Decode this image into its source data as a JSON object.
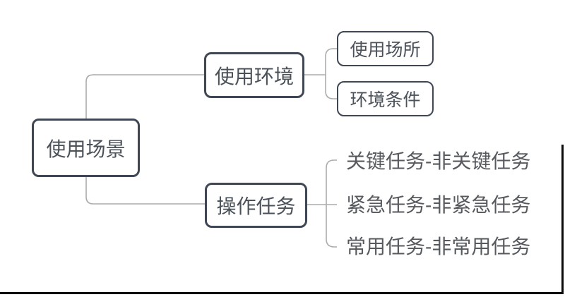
{
  "diagram": {
    "type": "mindmap",
    "root": {
      "label": "使用场景"
    },
    "branches": [
      {
        "label": "使用环境",
        "children": [
          {
            "label": "使用场所"
          },
          {
            "label": "环境条件"
          }
        ]
      },
      {
        "label": "操作任务",
        "leaves": [
          "关键任务-非关键任务",
          "紧急任务-非紧急任务",
          "常用任务-非常用任务"
        ]
      }
    ],
    "colors": {
      "background": "#ffffff",
      "box_border": "#3e4753",
      "box_text": "#4b5158",
      "leaf_text": "#56595d",
      "connector": "#aaacae",
      "document_border": "#0b0b0b"
    }
  }
}
